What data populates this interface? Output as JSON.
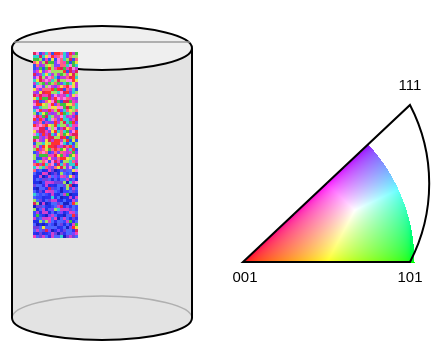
{
  "diagram": {
    "labels": [
      "111",
      "001",
      "101"
    ]
  }
}
